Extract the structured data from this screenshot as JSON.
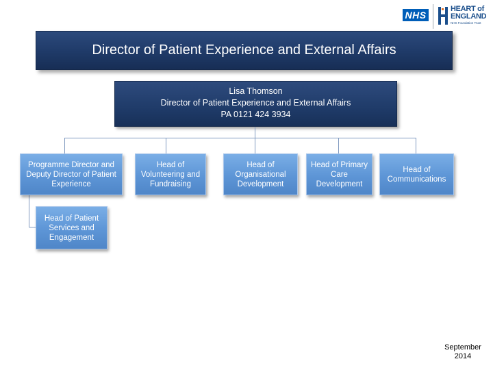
{
  "logos": {
    "nhs": "NHS",
    "heart_of_england_line1": "HEART of",
    "heart_of_england_line2": "ENGLAND",
    "heart_of_england_line3": "NHS Foundation Trust"
  },
  "title": "Director of Patient Experience and External Affairs",
  "top_box": {
    "name": "Lisa Thomson",
    "role": "Director of Patient Experience and External Affairs",
    "pa": "PA 0121 424 3934"
  },
  "children": [
    {
      "label": "Programme Director and Deputy Director of Patient Experience"
    },
    {
      "label": "Head of Volunteering and Fundraising"
    },
    {
      "label": "Head of Organisational Development"
    },
    {
      "label": "Head of Primary Care Development"
    },
    {
      "label": "Head of Communications"
    },
    {
      "label": "Head of Patient Services and Engagement"
    }
  ],
  "date": {
    "month": "September",
    "year": "2014"
  },
  "colors": {
    "banner": "#1f3a68",
    "child_box": "#5d95d6",
    "connector": "#7f99bf",
    "nhs_blue": "#005eb8"
  }
}
